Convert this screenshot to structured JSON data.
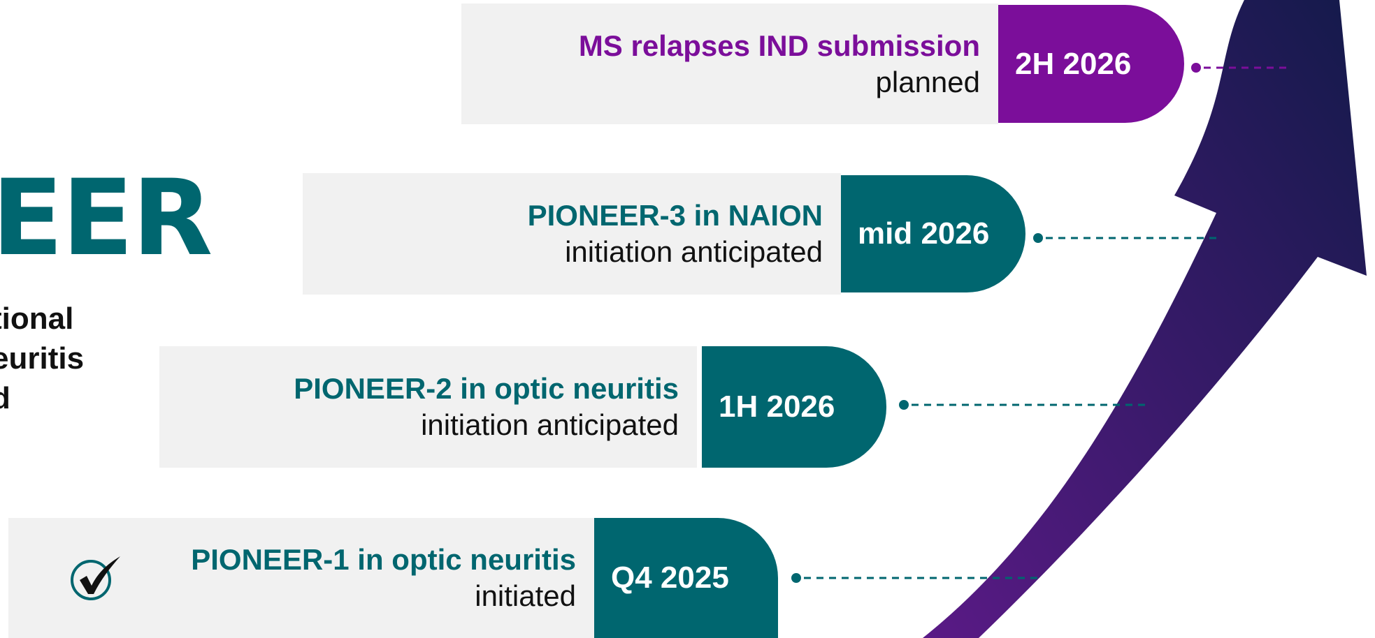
{
  "brand": {
    "wordmark": "EER",
    "intro_lines": [
      "tional",
      "euritis",
      "d"
    ]
  },
  "milestones": [
    {
      "title": "MS relapses IND submission",
      "subtitle": "planned",
      "date": "2H 2026",
      "color": "#7b0e9a",
      "completed": false
    },
    {
      "title": "PIONEER-3 in NAION",
      "subtitle": "initiation anticipated",
      "date": "mid 2026",
      "color": "#00666f",
      "completed": false
    },
    {
      "title": "PIONEER-2 in optic neuritis",
      "subtitle": "initiation anticipated",
      "date": "1H 2026",
      "color": "#00666f",
      "completed": false
    },
    {
      "title": "PIONEER-1 in optic neuritis",
      "subtitle": "initiated",
      "date": "Q4 2025",
      "color": "#00666f",
      "completed": true,
      "status_icon": "check-circle-icon"
    }
  ],
  "arrow": {
    "color_start": "#5a1a86",
    "color_end": "#131a4a"
  }
}
